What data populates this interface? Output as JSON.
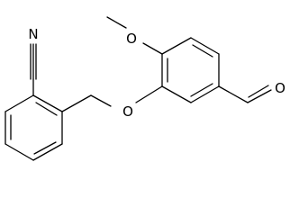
{
  "structure": {
    "atoms": {
      "nitrile_n": "N",
      "ether_o": "O",
      "methoxy_o": "O",
      "aldehyde_o": "O"
    },
    "colors": {
      "bond": "#000000",
      "label": "#000000",
      "background": "#ffffff"
    }
  }
}
